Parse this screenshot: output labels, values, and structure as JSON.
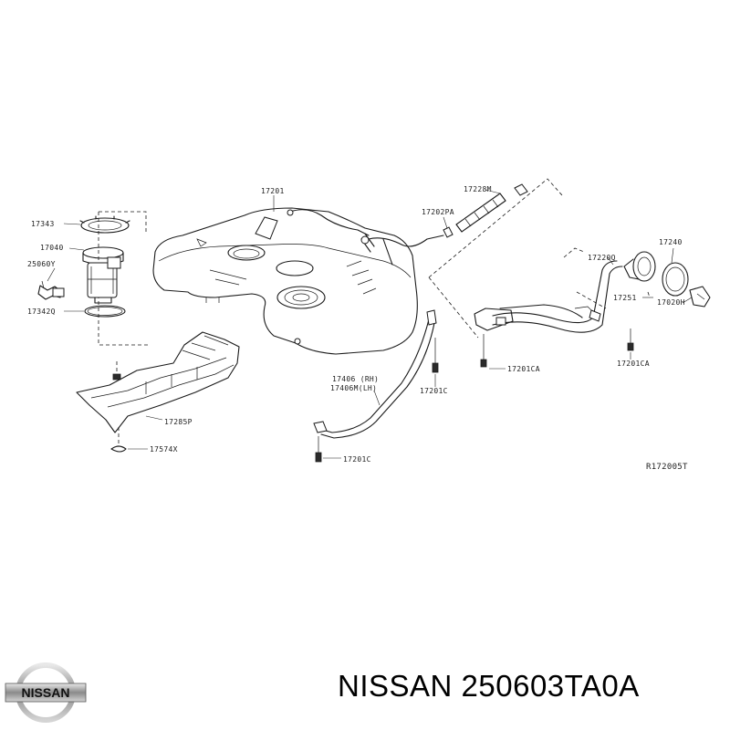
{
  "brand": {
    "name": "NISSAN",
    "part_number": "250603TA0A",
    "logo_text": "NISSAN"
  },
  "diagram": {
    "reference_code": "R172005T",
    "labels": {
      "p17343": "17343",
      "p17040": "17040",
      "p25060y": "25060Y",
      "p17342q": "17342Q",
      "p17201": "17201",
      "p17285p": "17285P",
      "p17574x": "17574X",
      "p17202pa": "17202PA",
      "p17228m": "17228M",
      "p17406rh": "17406 (RH)",
      "p17406lh": "17406M(LH)",
      "p17201c_a": "17201C",
      "p17201c_b": "17201C",
      "p17220q": "17220Q",
      "p17240": "17240",
      "p17251": "17251",
      "p17020h": "17020H",
      "p17201ca_a": "17201CA",
      "p17201ca_b": "17201CA"
    }
  }
}
